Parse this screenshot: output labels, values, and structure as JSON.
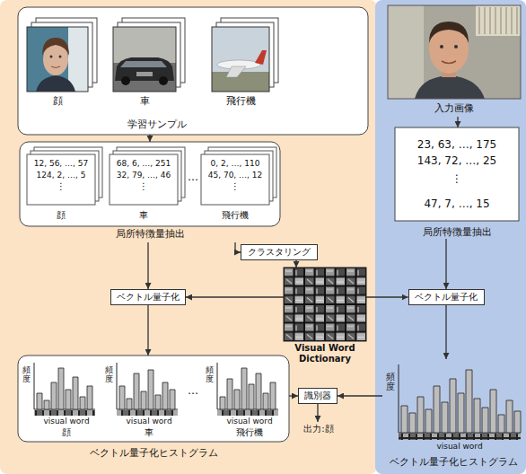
{
  "diagram": {
    "nodes": [
      {
        "text": [
          "学習サンプル"
        ]
      },
      {
        "text": [
          "顔"
        ],
        "in": 0
      },
      {
        "text": [
          "車"
        ],
        "in": 0
      },
      {
        "text": [
          "飛行機"
        ],
        "in": 0
      },
      {
        "text": [
          "局所特徴量抽出"
        ]
      },
      {
        "text": [
          "12, 56, …, 57",
          "124, 2, …, 5",
          "⋮",
          "顔"
        ],
        "in": 4
      },
      {
        "text": [
          "68, 6, …, 251",
          "32, 79, …, 46",
          "⋮",
          "車"
        ],
        "in": 4
      },
      {
        "text": [
          "0, 2, …, 110",
          "45, 70, …, 12",
          "⋮",
          "飛行機"
        ],
        "in": 4
      },
      {
        "text": [
          "クラスタリング"
        ]
      },
      {
        "text": [
          "ベクトル量子化"
        ]
      },
      {
        "text": [
          "Visual Word Dictionary"
        ]
      },
      {
        "text": [
          "ベクトル量子化ヒストグラム"
        ]
      },
      {
        "text": [
          "頻度",
          "visual word",
          "顔"
        ],
        "in": 11
      },
      {
        "text": [
          "頻度",
          "visual word",
          "車"
        ],
        "in": 11
      },
      {
        "text": [
          "頻度",
          "visual word",
          "飛行機"
        ],
        "in": 11
      },
      {
        "text": [
          "識別器"
        ]
      },
      {
        "text": [
          "出力:顔"
        ]
      },
      {
        "text": [
          "入力画像"
        ]
      },
      {
        "text": [
          "23, 63, …, 175",
          "143, 72, …, 25",
          "⋮",
          "47, 7, …, 15",
          "局所特徴量抽出"
        ]
      },
      {
        "text": [
          "ベクトル量子化"
        ]
      },
      {
        "text": [
          "頻度",
          "visual word",
          "ベクトル量子化ヒストグラム"
        ]
      }
    ],
    "edges": [
      {
        "from": 0,
        "to": 4,
        "arrow": "to"
      },
      {
        "from": 4,
        "to": 9,
        "arrow": "to"
      },
      {
        "from": 9,
        "to": 11,
        "arrow": "to"
      },
      {
        "from": 4,
        "to": 8,
        "arrow": "to"
      },
      {
        "from": 8,
        "to": 10,
        "arrow": "to"
      },
      {
        "from": 10,
        "to": 9,
        "arrow": "to"
      },
      {
        "from": 10,
        "to": 19,
        "arrow": "to"
      },
      {
        "from": 11,
        "to": 15,
        "arrow": "to"
      },
      {
        "from": 20,
        "to": 15,
        "arrow": "to"
      },
      {
        "from": 15,
        "to": 16,
        "arrow": "to"
      },
      {
        "from": 17,
        "to": 18,
        "arrow": "to"
      },
      {
        "from": 18,
        "to": 19,
        "arrow": "to"
      },
      {
        "from": 19,
        "to": 20,
        "arrow": "to"
      }
    ],
    "labels": [
      "…",
      "…"
    ]
  }
}
